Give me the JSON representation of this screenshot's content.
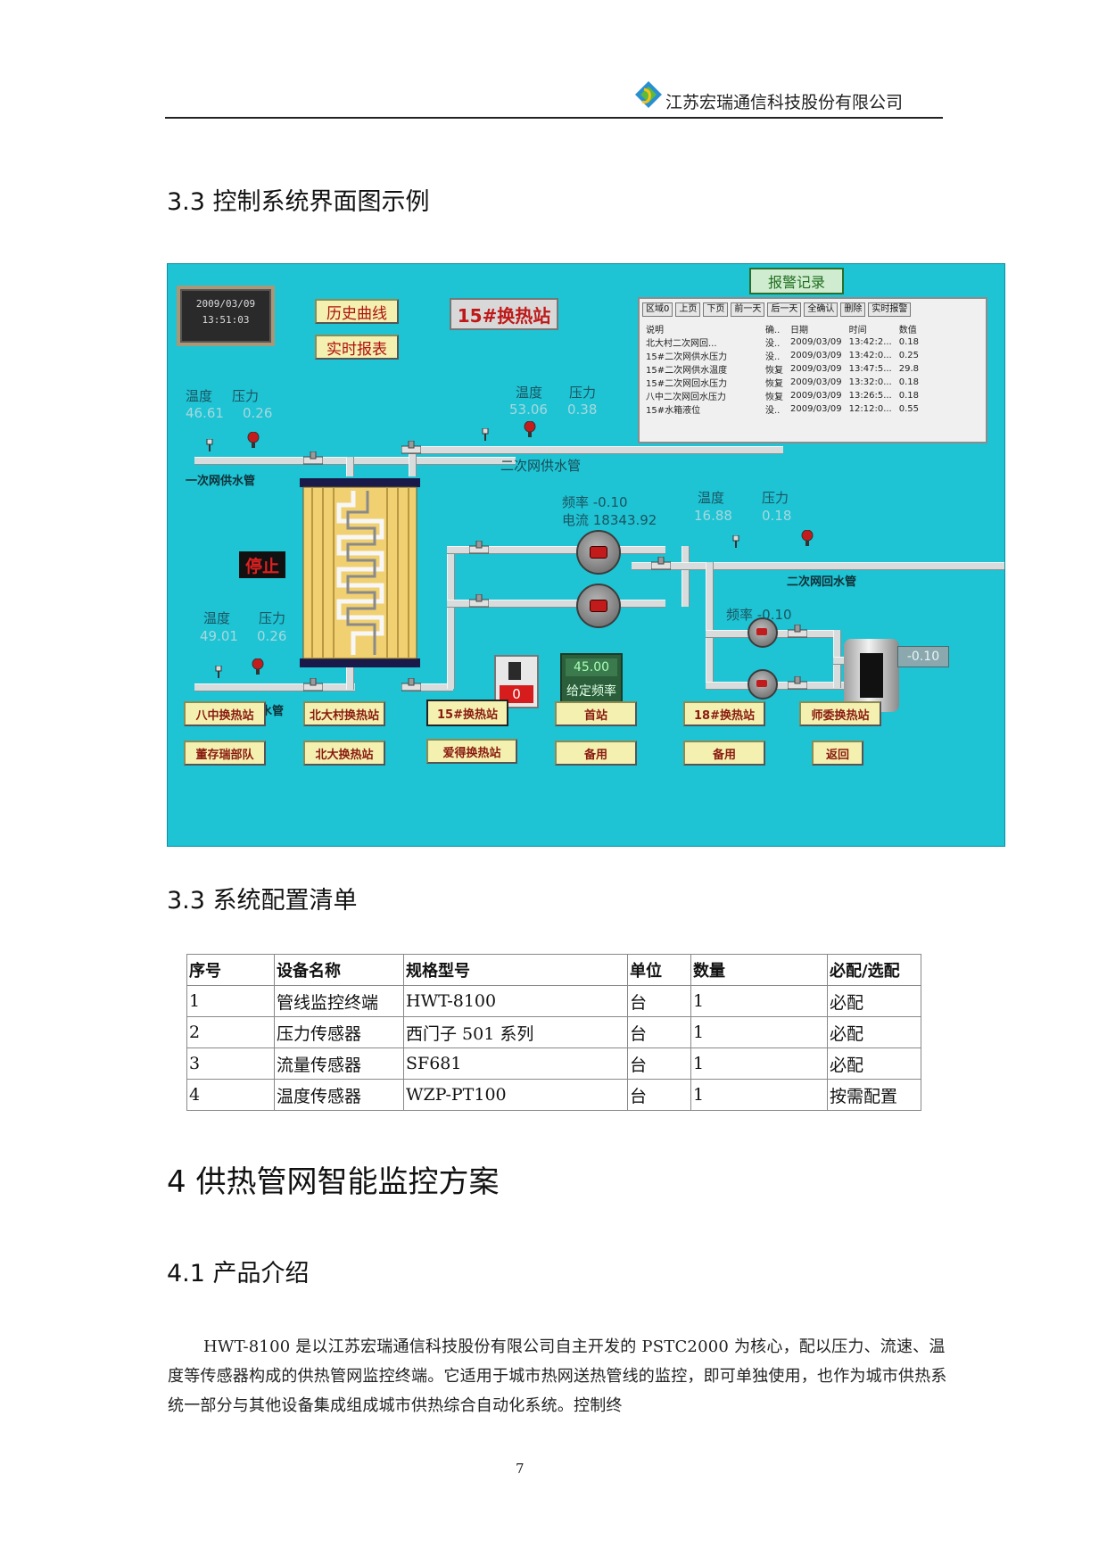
{
  "header": {
    "company": "江苏宏瑞通信科技股份有限公司",
    "logo_icon": "company-logo-icon"
  },
  "section_ui_title": "3.3 控制系统界面图示例",
  "hmi": {
    "datetime_date": "2009/03/09",
    "datetime_time": "13:51:03",
    "history_curve": "历史曲线",
    "realtime_report": "实时报表",
    "station_title": "15#换热站",
    "alarm_title": "报警记录",
    "stop_label": "停止",
    "primary_supply": {
      "temp_label": "温度",
      "pressure_label": "压力",
      "temp": "46.61",
      "pressure": "0.26",
      "pipe": "一次网供水管"
    },
    "secondary_supply": {
      "temp_label": "温度",
      "pressure_label": "压力",
      "temp": "53.06",
      "pressure": "0.38",
      "pipe": "二次网供水管"
    },
    "primary_return": {
      "temp_label": "温度",
      "pressure_label": "压力",
      "temp": "49.01",
      "pressure": "0.26",
      "pipe": "一次网回水管"
    },
    "secondary_return": {
      "temp_label": "温度",
      "pressure_label": "压力",
      "temp": "16.88",
      "pressure": "0.18",
      "pipe": "二次网回水管"
    },
    "pump_freq": "频率 -0.10",
    "pump_current": "电流 18343.92",
    "makeup_freq": "频率 -0.10",
    "tank_value": "-0.10",
    "setpoint_value": "45.00",
    "setpoint_label": "给定频率",
    "switch_value": "0",
    "alarm_list": {
      "toolbar": [
        "区域0",
        "上页",
        "下页",
        "前一天",
        "后一天",
        "全确认",
        "删除",
        "实时报警"
      ],
      "columns": [
        "说明",
        "确..",
        "日期",
        "时间",
        "数值"
      ],
      "rows": [
        [
          "北大村二次网回...",
          "没..",
          "2009/03/09",
          "13:42:2...",
          "0.18"
        ],
        [
          "15#二次网供水压力",
          "没..",
          "2009/03/09",
          "13:42:0...",
          "0.25"
        ],
        [
          "15#二次网供水温度",
          "恢复",
          "2009/03/09",
          "13:47:5...",
          "29.8"
        ],
        [
          "15#二次网回水压力",
          "恢复",
          "2009/03/09",
          "13:32:0...",
          "0.18"
        ],
        [
          "八中二次网回水压力",
          "恢复",
          "2009/03/09",
          "13:26:5...",
          "0.18"
        ],
        [
          "15#水箱液位",
          "没..",
          "2009/03/09",
          "12:12:0...",
          "0.55"
        ]
      ]
    },
    "nav_row1": [
      "八中换热站",
      "北大村换热站",
      "15#换热站",
      "首站",
      "18#换热站",
      "师委换热站"
    ],
    "nav_row2": [
      "董存瑞部队",
      "北大换热站",
      "爱得换热站",
      "备用",
      "备用",
      "返回"
    ]
  },
  "section_config_title": "3.3 系统配置清单",
  "config_table": {
    "headers": [
      "序号",
      "设备名称",
      "规格型号",
      "单位",
      "数量",
      "必配/选配"
    ],
    "rows": [
      [
        "1",
        "管线监控终端",
        "HWT-8100",
        "台",
        "1",
        "必配"
      ],
      [
        "2",
        "压力传感器",
        "西门子 501 系列",
        "台",
        "1",
        "必配"
      ],
      [
        "3",
        "流量传感器",
        "SF681",
        "台",
        "1",
        "必配"
      ],
      [
        "4",
        "温度传感器",
        "WZP-PT100",
        "台",
        "1",
        "按需配置"
      ]
    ]
  },
  "chapter_title": "4 供热管网智能监控方案",
  "section_intro_title": "4.1 产品介绍",
  "intro_paragraph": "HWT-8100 是以江苏宏瑞通信科技股份有限公司自主开发的 PSTC2000 为核心，配以压力、流速、温度等传感器构成的供热管网监控终端。它适用于城市热网送热管线的监控，即可单独使用，也作为城市供热系统一部分与其他设备集成组成城市供热综合自动化系统。控制终",
  "page_number": "7"
}
